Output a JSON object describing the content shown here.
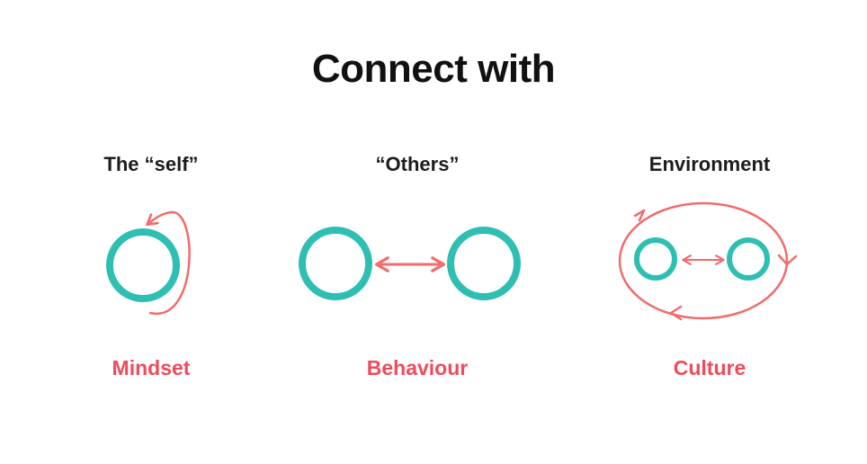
{
  "title": "Connect with",
  "columns": [
    {
      "heading": "The “self”",
      "label": "Mindset"
    },
    {
      "heading": "“Others”",
      "label": "Behaviour"
    },
    {
      "heading": "Environment",
      "label": "Culture"
    }
  ],
  "colors": {
    "circle": "#2ebfb2",
    "arrow": "#f26b6b",
    "label": "#ef4b5b",
    "heading": "#1c1c1c"
  },
  "icons": [
    "self-loop-arrow-icon",
    "double-arrow-icon",
    "circular-flow-icon"
  ]
}
